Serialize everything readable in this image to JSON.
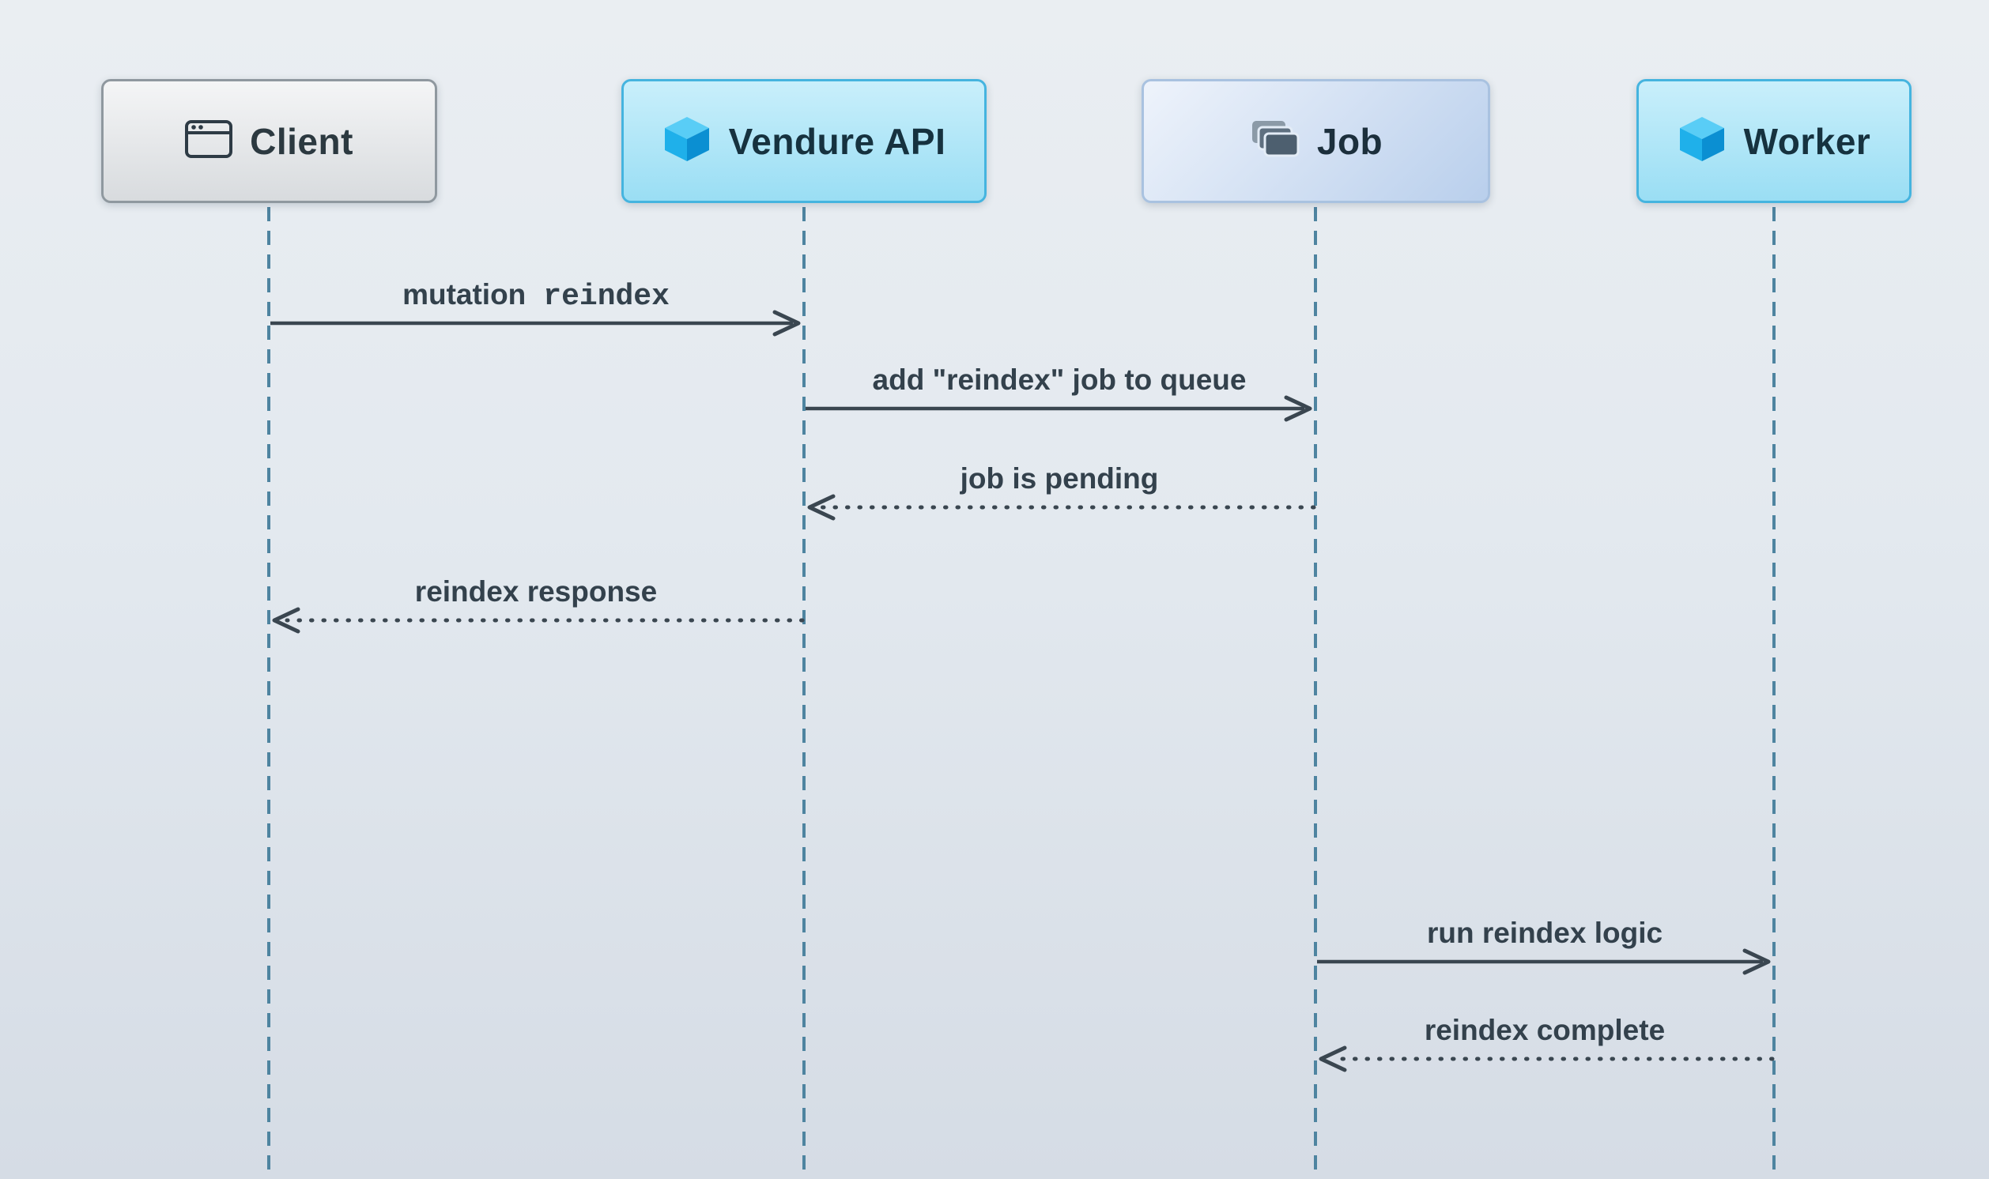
{
  "diagram": {
    "type": "sequence-diagram",
    "actors": [
      {
        "name": "Client",
        "icon": "browser-window-icon"
      },
      {
        "name": "Vendure API",
        "icon": "vendure-cube-icon"
      },
      {
        "name": "Job",
        "icon": "stacked-jobs-icon"
      },
      {
        "name": "Worker",
        "icon": "vendure-cube-icon"
      }
    ],
    "messages": [
      {
        "from": "Client",
        "to": "Vendure API",
        "line": "solid",
        "label": "mutation",
        "code": "reindex"
      },
      {
        "from": "Vendure API",
        "to": "Job",
        "line": "solid",
        "label": "add \"reindex\" job to queue"
      },
      {
        "from": "Job",
        "to": "Vendure API",
        "line": "dotted",
        "label": "job is pending"
      },
      {
        "from": "Vendure API",
        "to": "Client",
        "line": "dotted",
        "label": "reindex response"
      },
      {
        "from": "Job",
        "to": "Worker",
        "line": "solid",
        "label": "run reindex logic"
      },
      {
        "from": "Worker",
        "to": "Job",
        "line": "dotted",
        "label": "reindex complete"
      }
    ],
    "colors": {
      "background_top": "#eaeef2",
      "background_bottom": "#d5dce5",
      "lifeline": "#4e84a0",
      "arrow": "#3a4650",
      "actor_blue_fill": "#9adef4",
      "actor_blue_border": "#45b4df",
      "actor_gray_border": "#8f989f",
      "job_fill": "#b9cfec",
      "job_border": "#a9c2e0",
      "vendure_logo_blue": "#1fb0ea",
      "text": "#33414c"
    }
  }
}
